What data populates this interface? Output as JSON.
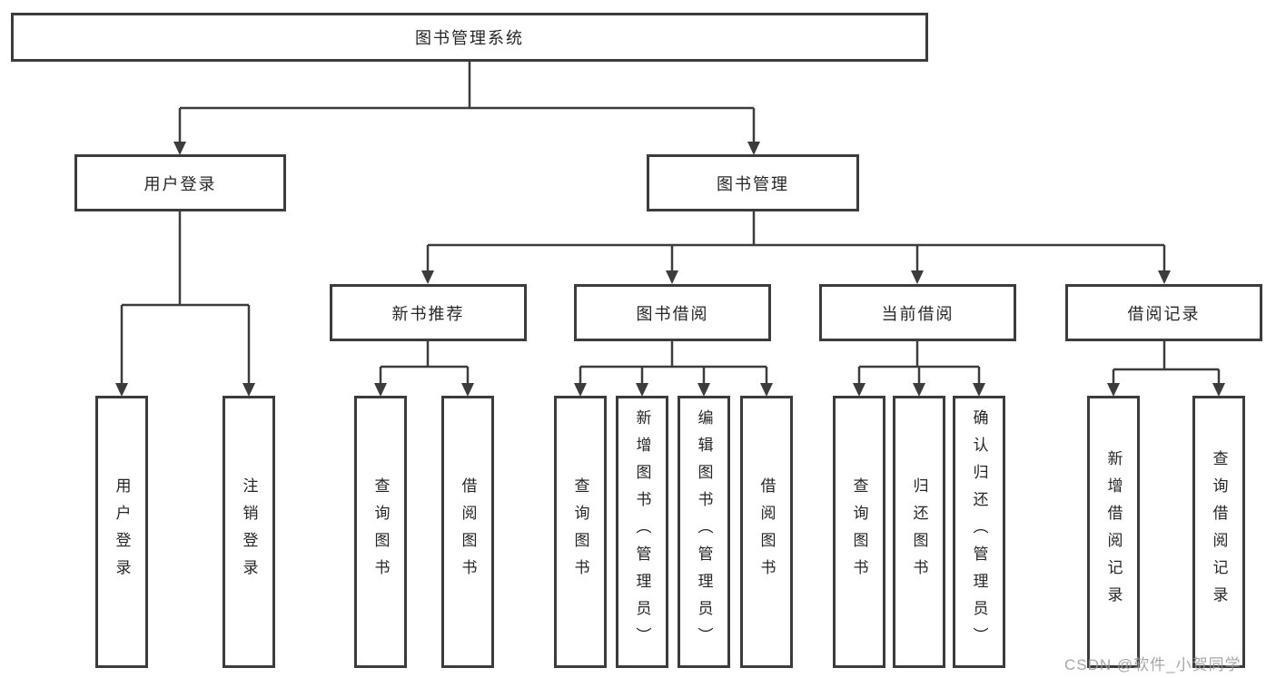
{
  "colors": {
    "background": "#ffffff",
    "line": "#3c3c3c",
    "box_border": "#3c3c3c",
    "text": "#262626",
    "watermark": "#9a9a9a"
  },
  "watermark": {
    "text": "CSDN @软件_小贺同学"
  },
  "tree": {
    "root": {
      "label": "图书管理系统"
    },
    "branches": [
      {
        "label": "用户登录",
        "children": [
          {
            "label": "用户登录"
          },
          {
            "label": "注销登录"
          }
        ]
      },
      {
        "label": "图书管理",
        "children": [
          {
            "label": "新书推荐",
            "children": [
              {
                "label": "查询图书"
              },
              {
                "label": "借阅图书"
              }
            ]
          },
          {
            "label": "图书借阅",
            "children": [
              {
                "label": "查询图书"
              },
              {
                "label": "新增图书（管理员）"
              },
              {
                "label": "编辑图书（管理员）"
              },
              {
                "label": "借阅图书"
              }
            ]
          },
          {
            "label": "当前借阅",
            "children": [
              {
                "label": "查询图书"
              },
              {
                "label": "归还图书"
              },
              {
                "label": "确认归还（管理员）"
              }
            ]
          },
          {
            "label": "借阅记录",
            "children": [
              {
                "label": "新增借阅记录"
              },
              {
                "label": "查询借阅记录"
              }
            ]
          }
        ]
      }
    ]
  }
}
